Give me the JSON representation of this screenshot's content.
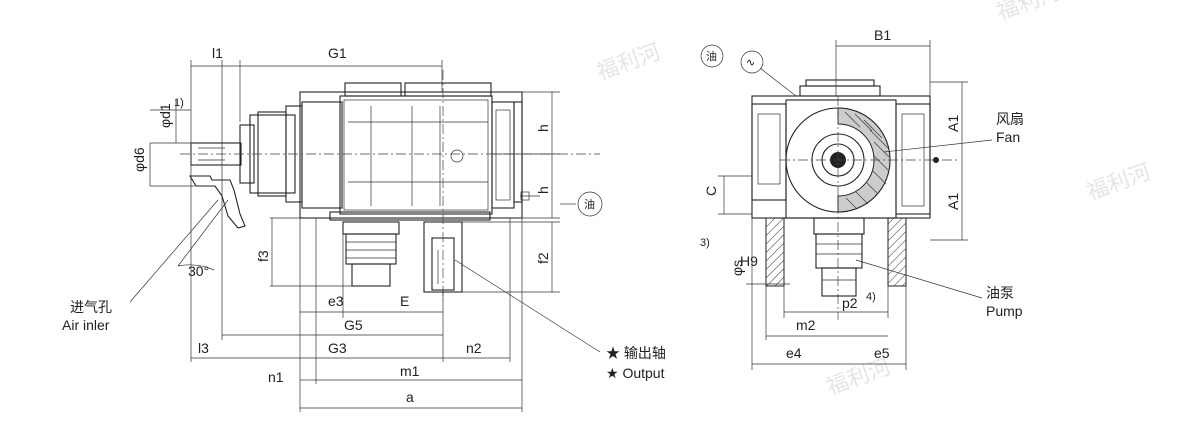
{
  "dimensions": {
    "l1": "l1",
    "G1": "G1",
    "B1": "B1",
    "phi_d1": "φd1",
    "note1": "1)",
    "phi_d6": "φd6",
    "h_upper": "h",
    "h_lower": "h",
    "f3": "f3",
    "f2": "f2",
    "angle": "30°",
    "e3": "e3",
    "E": "E",
    "G5": "G5",
    "l3": "l3",
    "G3": "G3",
    "n2": "n2",
    "n1": "n1",
    "m1": "m1",
    "a": "a",
    "A1_upper": "A1",
    "A1_lower": "A1",
    "C": "C",
    "note3": "3)",
    "phi_s": "φs",
    "H9": "H9",
    "p2": "p2",
    "note4": "4)",
    "m2": "m2",
    "e4": "e4",
    "e5": "e5"
  },
  "callouts": {
    "air_inlet_cn": "进气孔",
    "air_inlet_en": "Air inler",
    "output_cn": "★ 输出轴",
    "output_en": "★ Output",
    "fan_cn": "风扇",
    "fan_en": "Fan",
    "pump_cn": "油泵",
    "pump_en": "Pump"
  },
  "symbols": {
    "oil_fill": "油",
    "vent": "∿",
    "oil_drain": "油"
  },
  "watermark": "福利河"
}
